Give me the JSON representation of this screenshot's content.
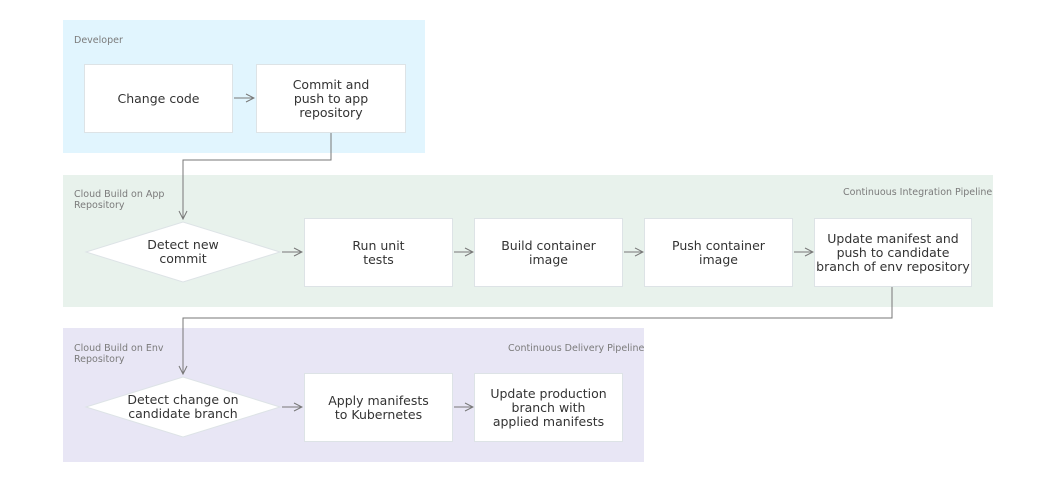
{
  "lanes": {
    "developer": {
      "label": "Developer"
    },
    "ci": {
      "label": "Cloud Build on App\nRepository",
      "pipeline": "Continuous Integration Pipeline"
    },
    "cd": {
      "label": "Cloud Build on Env\nRepository",
      "pipeline": "Continuous Delivery Pipeline"
    }
  },
  "nodes": {
    "change_code": "Change code",
    "commit_push": "Commit and\npush to app\nrepository",
    "detect_commit": "Detect new\ncommit",
    "run_tests": "Run unit\ntests",
    "build_image": "Build container\nimage",
    "push_image": "Push container\nimage",
    "update_manifest": "Update manifest and\npush to candidate\nbranch of env repository",
    "detect_change": "Detect change on\ncandidate branch",
    "apply_manifests": "Apply manifests\nto Kubernetes",
    "update_production": "Update production\nbranch with\napplied manifests"
  },
  "colors": {
    "developer_lane": "#e1f5fe",
    "ci_lane": "#e8f2ec",
    "cd_lane": "#e8e6f5",
    "connector": "#777777"
  }
}
